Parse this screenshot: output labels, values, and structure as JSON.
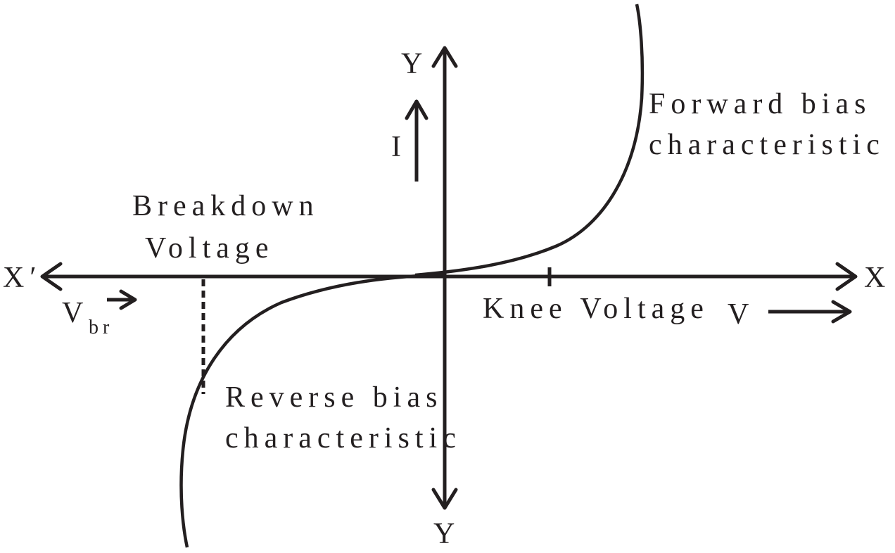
{
  "labels": {
    "y_top": "Y",
    "y_bottom": "Y",
    "x_right": "X",
    "x_left": "X′",
    "current": "I",
    "voltage": "V",
    "vbr_main": "V",
    "vbr_sub": "br",
    "breakdown_line1": "Breakdown",
    "breakdown_line2": "Voltage",
    "knee": "Knee Voltage",
    "forward_line1": "Forward bias",
    "forward_line2": "characteristic",
    "reverse_line1": "Reverse bias",
    "reverse_line2": "characteristic"
  },
  "colors": {
    "ink": "#231f20",
    "background": "#ffffff"
  }
}
